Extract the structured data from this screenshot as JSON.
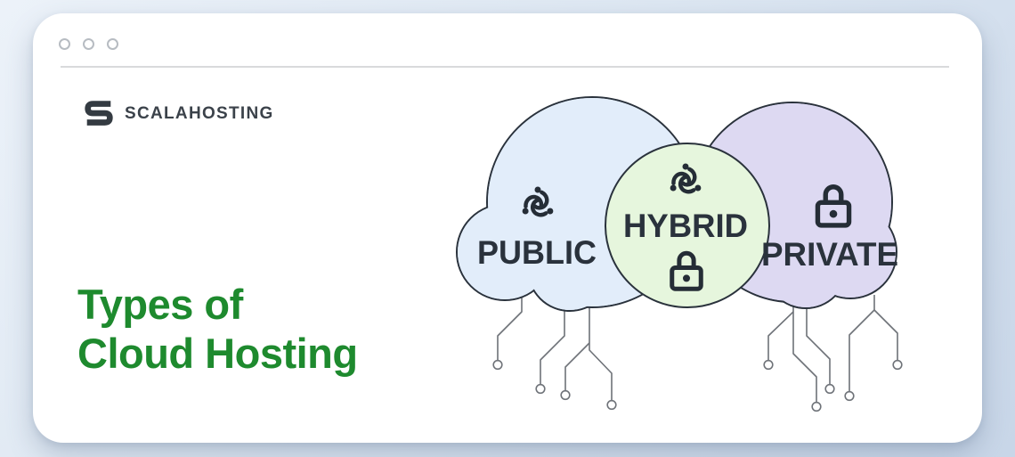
{
  "window": {
    "type": "browser-frame",
    "controls": {
      "count": 3,
      "style": "outlined-circles",
      "color": "#b7bcc2"
    }
  },
  "brand": {
    "name": "SCALAHOSTING",
    "logo_icon": "scalahosting-s-icon",
    "text_color": "#3b424a"
  },
  "title": {
    "line1": "Types of",
    "line2": "Cloud Hosting",
    "color": "#1e8a2e"
  },
  "diagram": {
    "description": "Venn-style illustration of three overlapping cloud shapes with circuit traces below",
    "public": {
      "label": "PUBLIC",
      "fill": "#e2edfa",
      "icon": "network-nodes-icon"
    },
    "hybrid": {
      "label": "HYBRID",
      "fill": "#e6f6dd",
      "icons": [
        "network-nodes-icon",
        "padlock-icon"
      ]
    },
    "private": {
      "label": "PRIVATE",
      "fill": "#ddd9f2",
      "icon": "padlock-icon"
    },
    "outline_color": "#2a323c",
    "label_color": "#2a323c",
    "circuit_color": "#6e7278"
  },
  "colors": {
    "page_bg_start": "#ecf2f9",
    "page_bg_end": "#c8d6e8",
    "window_bg": "#ffffff",
    "divider": "#d9dadc"
  }
}
